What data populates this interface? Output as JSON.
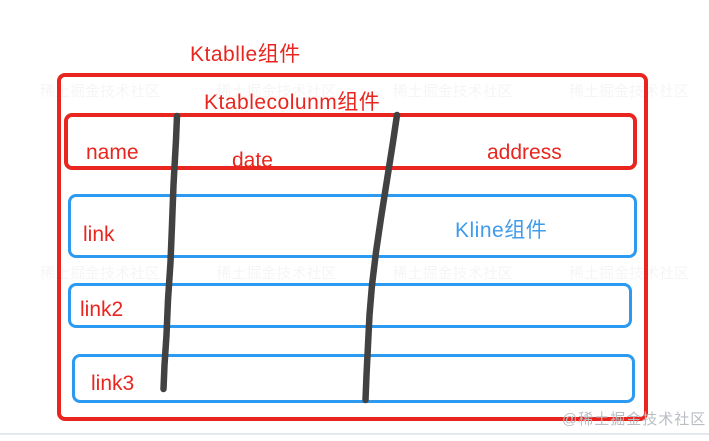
{
  "page": {
    "title": "Ktablle组件",
    "watermark": "@稀土掘金技术社区",
    "faint_watermark": "稀土掘金技术社区",
    "colors": {
      "accent_red": "#e8261f",
      "accent_blue": "#2b9af0",
      "blue_text": "#3f9ceb",
      "hand_stroke": "#424242",
      "watermark_gray": "#b9bec5"
    }
  },
  "table": {
    "label": "Ktablecolunm组件",
    "header": {
      "columns": [
        "name",
        "date",
        "address"
      ]
    },
    "rows": [
      {
        "label": "link",
        "note": "Kline组件"
      },
      {
        "label": "link2",
        "note": ""
      },
      {
        "label": "link3",
        "note": ""
      }
    ]
  }
}
